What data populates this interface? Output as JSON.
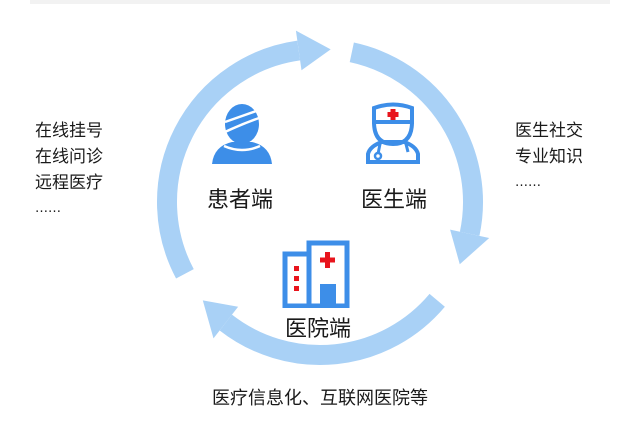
{
  "left_features": [
    "在线挂号",
    "在线问诊",
    "远程医疗",
    "……"
  ],
  "right_features": [
    "医生社交",
    "专业知识",
    "……"
  ],
  "nodes": {
    "patient": {
      "label": "患者端",
      "icon": "patient-icon"
    },
    "doctor": {
      "label": "医生端",
      "icon": "doctor-icon"
    },
    "hospital": {
      "label": "医院端",
      "icon": "hospital-icon"
    }
  },
  "bottom_caption": "医疗信息化、互联网医院等",
  "colors": {
    "ring": "#a9d1f6",
    "icon": "#3d8ee8",
    "cross": "#e8141c",
    "text": "#1a1a1a"
  }
}
